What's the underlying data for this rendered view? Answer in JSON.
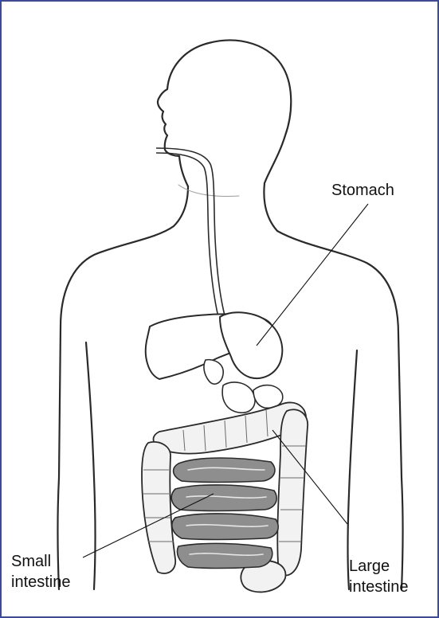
{
  "labels": {
    "stomach": "Stomach",
    "small_intestine": [
      "Small",
      "intestine"
    ],
    "large_intestine": [
      "Large",
      "intestine"
    ]
  },
  "colors": {
    "border": "#3b4a9b",
    "outline": "#2a2a2a",
    "small_intestine_fill": "#8e8e8e",
    "large_intestine_fill": "#f2f2f2"
  }
}
